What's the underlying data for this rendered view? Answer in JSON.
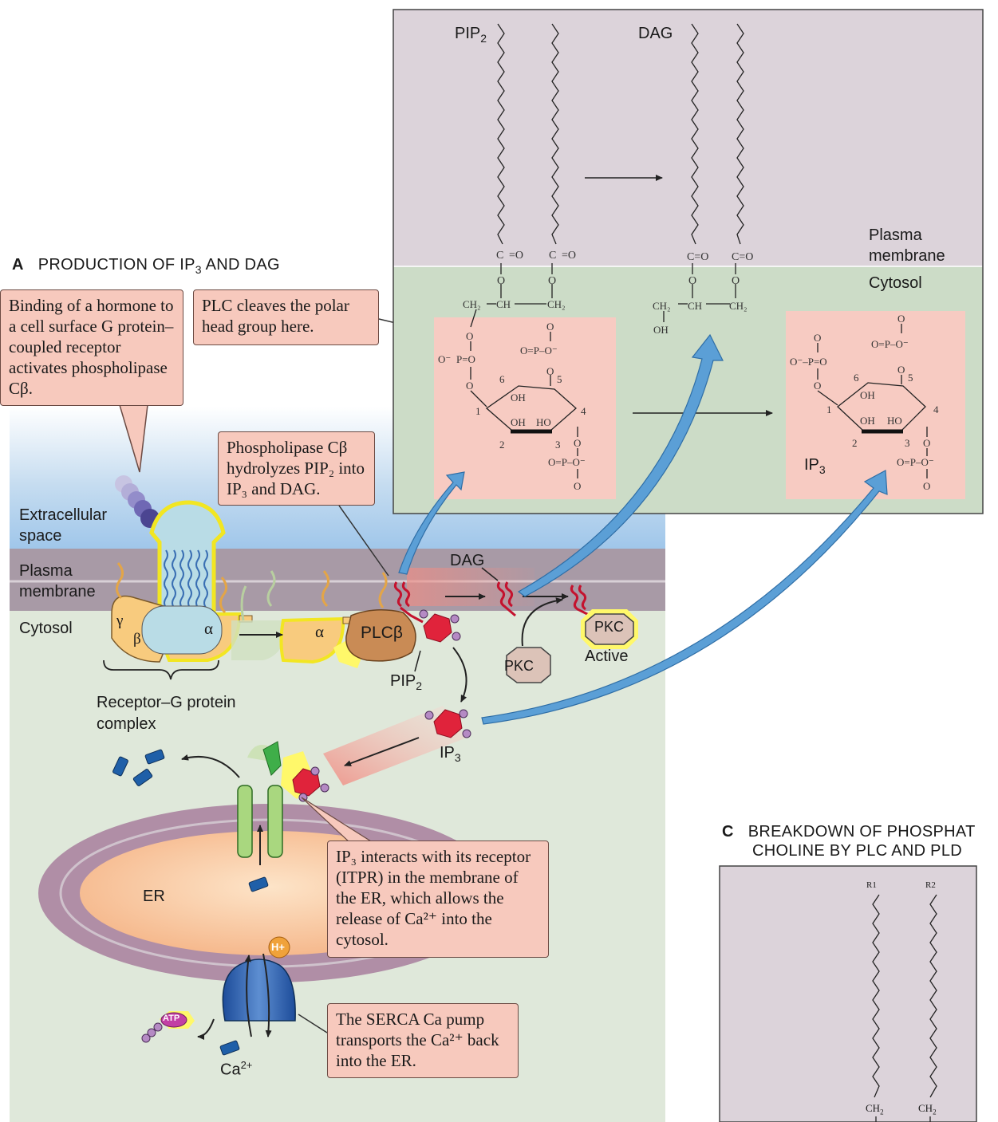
{
  "panel_a": {
    "letter": "A",
    "title": "PRODUCTION OF IP",
    "title_sub": "3",
    "title_tail": " AND DAG",
    "regions": {
      "extracellular": "Extracellular space",
      "membrane": "Plasma membrane",
      "cytosol": "Cytosol",
      "er": "ER"
    },
    "molecules": {
      "gamma": "γ",
      "beta": "β",
      "alpha": "α",
      "alpha2": "α",
      "plcb": "PLCβ",
      "pip2": "PIP",
      "pip2_sub": "2",
      "dag": "DAG",
      "pkc": "PKC",
      "pkc_active": "PKC",
      "active": "Active",
      "ip3": "IP",
      "ip3_sub": "3",
      "h_plus": "H+",
      "atp": "ATP",
      "ca": "Ca",
      "ca_sup": "2+"
    },
    "complex_label": "Receptor–G protein complex",
    "callouts": {
      "hormone": "Binding of a hormone to a cell surface G protein–coupled receptor activates phospholipase Cβ.",
      "cleave": "PLC cleaves the polar head group here.",
      "hydrolyze": "Phospholipase Cβ hydrolyzes PIP₂ into IP₃ and DAG.",
      "itpr": "IP₃ interacts with its receptor (ITPR) in the membrane of the ER, which allows the release of Ca²⁺ into the cytosol.",
      "serca": "The SERCA Ca pump transports the Ca²⁺ back into the ER."
    }
  },
  "inset": {
    "pip2": "PIP",
    "pip2_sub": "2",
    "dag": "DAG",
    "plasma_membrane": "Plasma membrane",
    "cytosol": "Cytosol",
    "ip3": "IP",
    "ip3_sub": "3"
  },
  "panel_c": {
    "letter": "C",
    "title_line1": "BREAKDOWN OF PHOSPHAT",
    "title_line2": "CHOLINE BY PLC AND PLD",
    "r1": "R1",
    "r2": "R2",
    "ch2": "CH",
    "ch2_sub": "2"
  },
  "colors": {
    "membrane_top": "#dcd3da",
    "cytosol_green": "#ccdcc7",
    "pink_box": "#f7cbc2",
    "arrow_blue": "#5b9fd6",
    "ca_ion": "#1f5fa8",
    "ip3_red": "#e0233b",
    "pkc_fill": "#dcc3b8",
    "plc_fill": "#c98b55"
  }
}
